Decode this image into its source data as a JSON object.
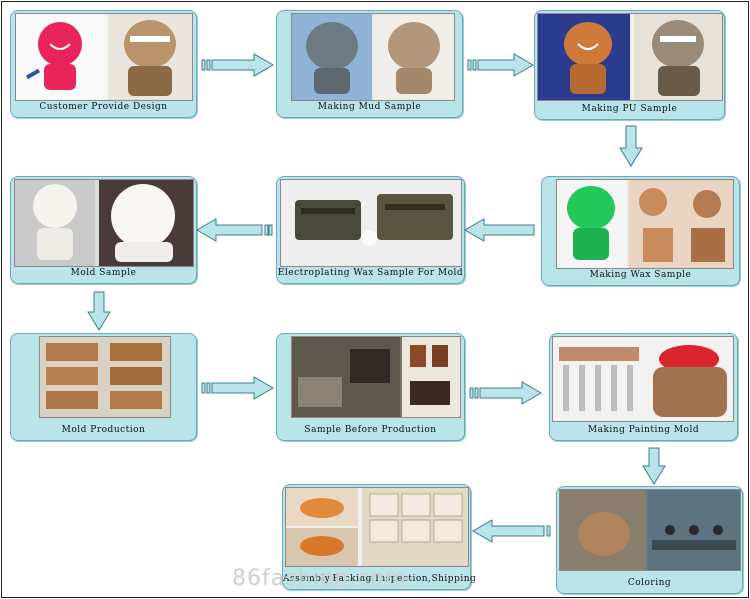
{
  "steps": [
    {
      "label": "Customer Provide Design"
    },
    {
      "label": "Making Mud Sample"
    },
    {
      "label": "Making PU Sample"
    },
    {
      "label": "Making Wax Sample"
    },
    {
      "label": "Electroplating Wax Sample For Mold"
    },
    {
      "label": "Mold Sample"
    },
    {
      "label": "Mold Production"
    },
    {
      "label": "Sample Before Production"
    },
    {
      "label": "Making Painting Mold"
    },
    {
      "label": "Coloring"
    },
    {
      "label": "Assembly,Packing,Inspection,Shipping"
    }
  ],
  "watermark": "86fashion.com",
  "colors": {
    "box": "#b9e4ea",
    "arrow": "#b9e4ea",
    "arrow_stroke": "#3a7c8a"
  }
}
